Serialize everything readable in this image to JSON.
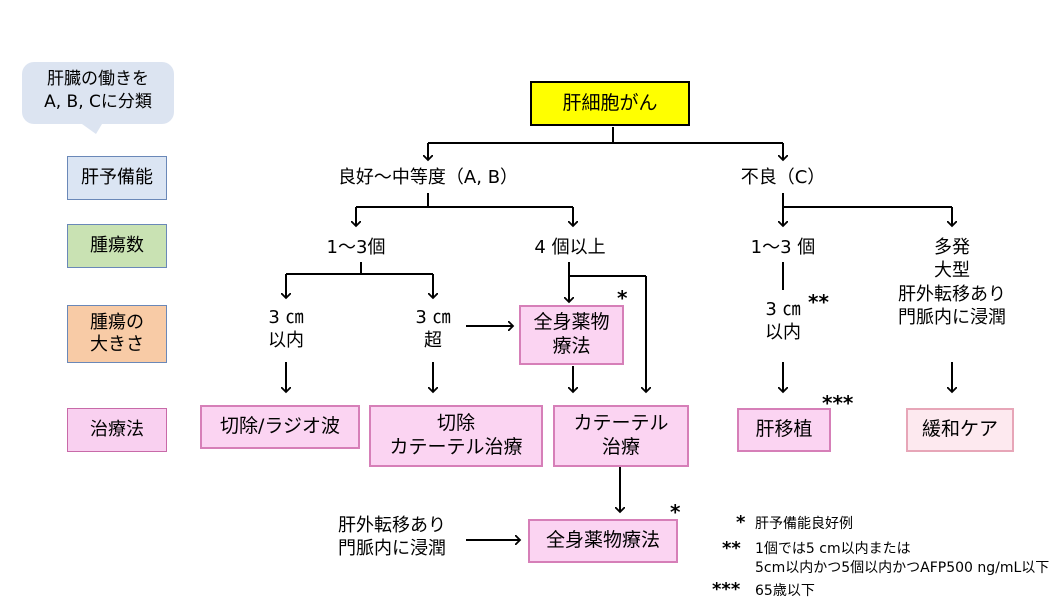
{
  "callout": {
    "line1": "肝臓の働きを",
    "line2": "A, B, Cに分類"
  },
  "side_labels": {
    "liver_function": "肝予備能",
    "tumor_count": "腫瘍数",
    "tumor_size_1": "腫瘍の",
    "tumor_size_2": "大きさ",
    "treatment": "治療法"
  },
  "nodes": {
    "root": "肝細胞がん",
    "good": "良好〜中等度（A, B）",
    "poor": "不良（C）",
    "count_1_3_left": "1〜3個",
    "count_4plus": "4 個以上",
    "count_1_3_right": "1〜3 個",
    "multi_1": "多発",
    "multi_2": "大型",
    "multi_3": "肝外転移あり",
    "multi_4": "門脈内に浸潤",
    "size_small_1": "3 ㎝",
    "size_small_2": "以内",
    "size_large_1": "3 ㎝",
    "size_large_2": "超",
    "size_right_1": "3 ㎝",
    "size_right_2": "以内",
    "size_right_mark": "**",
    "systemic_top_1": "全身薬物",
    "systemic_top_2": "療法",
    "systemic_top_mark": "*",
    "resection_rfa": "切除/ラジオ波",
    "resection_cath_1": "切除",
    "resection_cath_2": "カテーテル治療",
    "catheter_1": "カテーテル",
    "catheter_2": "治療",
    "transplant": "肝移植",
    "transplant_mark": "***",
    "palliative": "緩和ケア",
    "metastasis_1": "肝外転移あり",
    "metastasis_2": "門脈内に浸潤",
    "systemic_bottom": "全身薬物療法",
    "systemic_bottom_mark": "*"
  },
  "notes": [
    {
      "mark": "*",
      "text": "肝予備能良好例"
    },
    {
      "mark": "**",
      "text": "1個では5 cm以内または"
    },
    {
      "mark": "",
      "text": "5cm以内かつ5個以内かつAFP500 ng/mL以下"
    },
    {
      "mark": "***",
      "text": "65歳以下"
    }
  ],
  "colors": {
    "root_fill": "#ffff00",
    "treatment_fill": "#fbd4f2",
    "palliative_fill": "#fde9ef",
    "side_blue": "#dbe5f3",
    "side_green": "#c9e2b3",
    "side_orange": "#f8cba6",
    "side_pink": "#f9d0f0"
  }
}
